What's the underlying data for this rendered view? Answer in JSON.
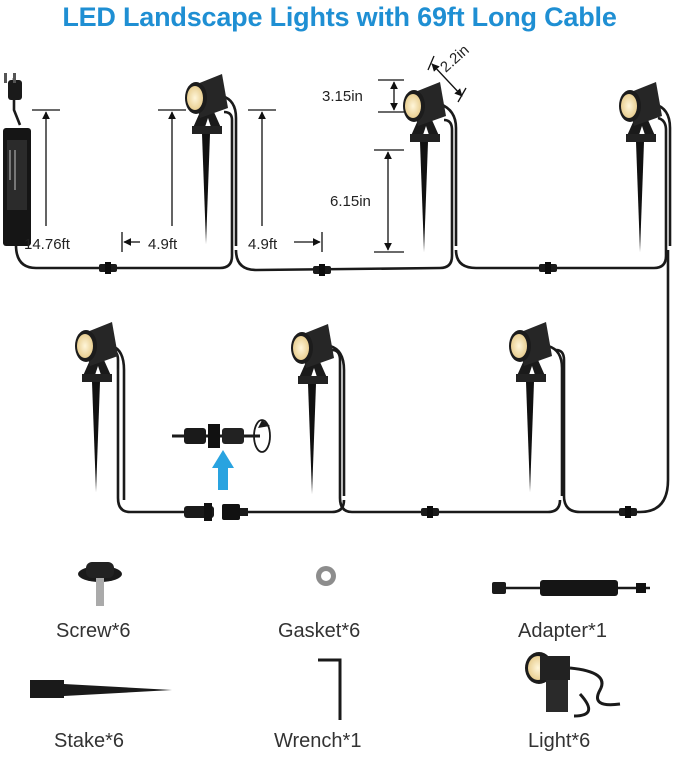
{
  "title": "LED Landscape Lights with 69ft Long Cable",
  "colors": {
    "title": "#1f8fd3",
    "cable": "#1a1a1a",
    "arrow": "#29a3e0",
    "lamp_glow": "#f3dfae"
  },
  "dimensions": {
    "lead_length": "14.76ft",
    "spacing_1": "4.9ft",
    "spacing_2": "4.9ft",
    "head_height": "3.15in",
    "head_width": "2.2in",
    "stake_length": "6.15in"
  },
  "accessories": [
    {
      "label": "Screw*6",
      "icon": "screw-icon"
    },
    {
      "label": "Gasket*6",
      "icon": "gasket-icon"
    },
    {
      "label": "Adapter*1",
      "icon": "adapter-icon"
    },
    {
      "label": "Stake*6",
      "icon": "stake-icon"
    },
    {
      "label": "Wrench*1",
      "icon": "wrench-icon"
    },
    {
      "label": "Light*6",
      "icon": "light-icon"
    }
  ]
}
